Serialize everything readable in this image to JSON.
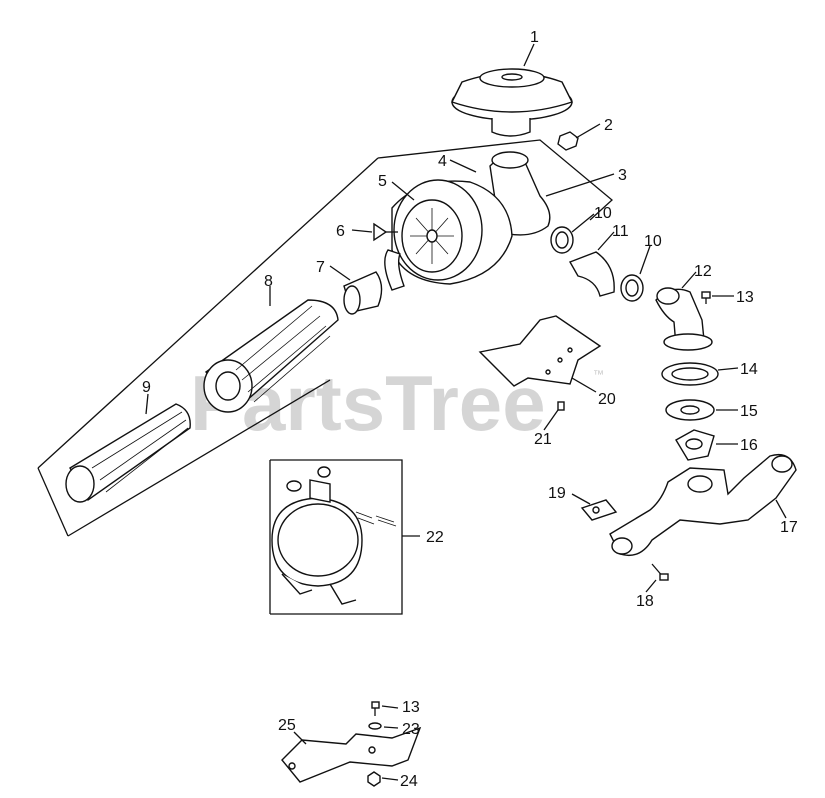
{
  "watermark": {
    "text": "PartsTree",
    "trademark": "™"
  },
  "callouts": [
    "1",
    "2",
    "3",
    "4",
    "5",
    "6",
    "7",
    "8",
    "9",
    "10",
    "10",
    "11",
    "12",
    "13",
    "14",
    "15",
    "16",
    "17",
    "18",
    "19",
    "20",
    "21",
    "22",
    "13",
    "23",
    "24",
    "25"
  ]
}
